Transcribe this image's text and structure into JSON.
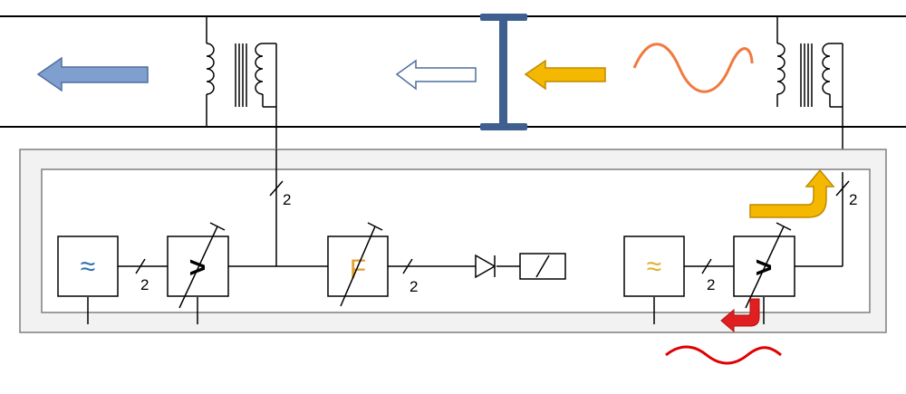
{
  "labels": {
    "bus_width_top": "2",
    "bus_width_right": "2",
    "bus_width_left_filter": "2",
    "bus_width_filter_out": "2",
    "bus_width_right_filter": "2"
  },
  "blocks": {
    "left_filter_symbol": "≈",
    "right_filter_symbol": "≈",
    "amplifier_symbol": ">",
    "amplifier_right_symbol": ">",
    "f_block_letter": "F"
  },
  "colors": {
    "line": "#000000",
    "panel_fill": "#f2f2f2",
    "panel_border": "#7f7f7f",
    "blue_arrow": "#7f9fcf",
    "blue_arrow_stroke": "#4f6f9f",
    "yellow_arrow": "#f5b800",
    "yellow_arrow_stroke": "#c08a00",
    "orange_wave": "#f07a40",
    "red_wave": "#e00000",
    "red_arrow": "#e02020",
    "blocker": "#3f5f8f",
    "blue_tilde": "#2f6faf",
    "yellow_tilde": "#e0b030",
    "f_letter": "#e0a030"
  },
  "icons": [
    "outgoing-signal-arrow-icon",
    "hollow-arrow-icon",
    "incoming-signal-arrow-icon",
    "sine-wave-icon",
    "transformer-icon",
    "i-beam-blocker-icon",
    "diode-icon",
    "relay-coil-icon",
    "curved-arrow-up-icon",
    "curved-arrow-down-icon",
    "red-noise-wave-icon"
  ]
}
